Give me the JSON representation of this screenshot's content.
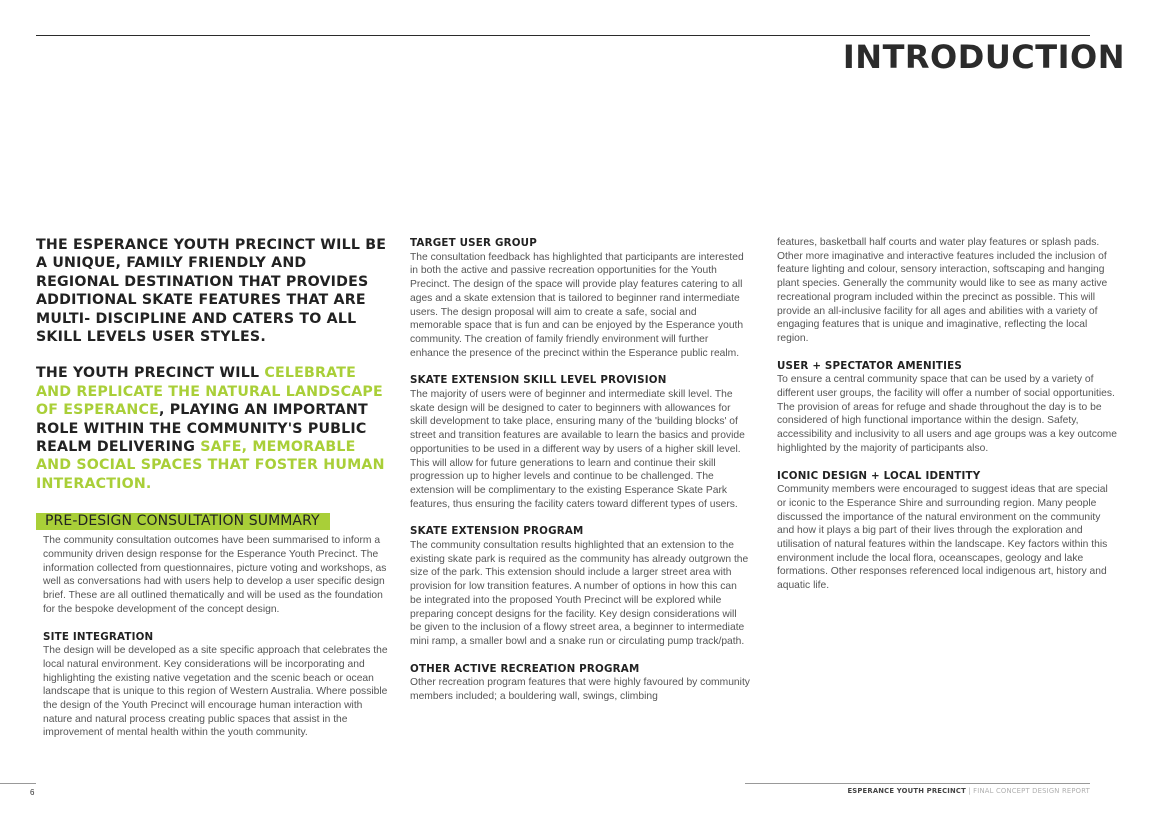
{
  "header": {
    "title": "INTRODUCTION"
  },
  "column1": {
    "lead1": "THE ESPERANCE YOUTH PRECINCT WILL BE A UNIQUE, FAMILY FRIENDLY AND REGIONAL DESTINATION THAT PROVIDES ADDITIONAL SKATE FEATURES THAT ARE MULTI- DISCIPLINE AND CATERS TO ALL SKILL LEVELS USER STYLES.",
    "lead2": {
      "p1": "THE YOUTH PRECINCT WILL ",
      "h1": "CELEBRATE AND REPLICATE THE NATURAL LANDSCAPE OF ESPERANCE",
      "p2": ", PLAYING AN IMPORTANT ROLE WITHIN THE COMMUNITY'S PUBLIC REALM DELIVERING ",
      "h2": "SAFE, MEMORABLE AND SOCIAL SPACES THAT FOSTER HUMAN INTERACTION."
    },
    "banner": "PRE-DESIGN CONSULTATION SUMMARY",
    "intro": "The community consultation outcomes have been summarised to inform a community driven design response for the Esperance Youth Precinct. The information collected from questionnaires, picture voting and workshops, as well as conversations had with users help to develop a user specific design brief.  These are all outlined thematically and will be used as the foundation for the bespoke development of the concept design.",
    "site_heading": "SITE INTEGRATION",
    "site_body": "The design will be developed as a site specific approach that celebrates the local natural environment. Key considerations will be incorporating and highlighting the existing native vegetation and the scenic beach or ocean landscape that is unique to this region of Western Australia. Where possible the design of the Youth Precinct will encourage human interaction with nature and natural process creating public spaces that assist in the improvement of mental health within the youth community."
  },
  "column2": {
    "target_heading": "TARGET USER GROUP",
    "target_body": "The consultation feedback has highlighted that participants are interested in both the active and passive recreation opportunities for the Youth Precinct.  The design of the space will provide play features catering to all ages and a skate extension that is tailored to beginner rand intermediate users. The design proposal will aim to create a safe, social and memorable space that is fun and can be enjoyed by the Esperance youth community.  The creation of family friendly environment will further enhance the presence of the precinct within the Esperance public realm.",
    "skill_heading": "SKATE EXTENSION SKILL LEVEL PROVISION",
    "skill_body": "The majority of users were of beginner and intermediate skill level.  The skate design will be designed to cater to beginners  with allowances for skill development to take place, ensuring many of the 'building blocks' of street and transition features are available to learn the basics and provide opportunities to be used in a different way by users of a higher skill level.  This will allow for future generations to learn and continue their skill progression up to higher levels and continue to be challenged. The extension will be complimentary to the existing Esperance Skate Park features, thus ensuring the facility caters toward different types of users.",
    "program_heading": "SKATE EXTENSION PROGRAM",
    "program_body": "The community consultation results highlighted that an extension to the existing skate park is required as the community has already outgrown the size of the park.  This extension should include a larger street area with provision for low transition features.   A number of options in how this can be integrated into the proposed Youth Precinct will be explored while preparing concept designs for the facility.  Key design considerations will be given to the inclusion of a flowy street area, a beginner to intermediate mini ramp, a smaller bowl and a snake run or circulating pump track/path.",
    "other_heading": "OTHER ACTIVE RECREATION PROGRAM",
    "other_body": "Other recreation program features that were highly favoured by community members included; a bouldering wall, swings, climbing"
  },
  "column3": {
    "continued_body": "features, basketball half courts and water play features or splash pads. Other more imaginative and interactive features included the inclusion of feature lighting and colour, sensory interaction, softscaping and hanging plant species.  Generally the community would like to see as many active recreational program included within the precinct as possible.  This will provide an all-inclusive facility for all ages and abilities with a variety of engaging features that is unique and imaginative, reflecting the local region.",
    "amenities_heading": "USER + SPECTATOR AMENITIES",
    "amenities_body": "To ensure a central community space that can be used by a variety of different user groups, the facility will offer a number of social opportunities. The provision of areas for refuge and shade throughout the day is to be considered of high functional importance within the design. Safety, accessibility and inclusivity to all users and age groups was a key outcome highlighted by the majority of participants also.",
    "iconic_heading": "ICONIC DESIGN + LOCAL IDENTITY",
    "iconic_body": "Community members were encouraged to suggest ideas that are special or iconic to the Esperance Shire and surrounding region. Many people discussed the importance of the natural environment on the community and how it plays a big part of their lives through the exploration and utilisation of natural features within the landscape.  Key factors within this environment include the local flora, oceanscapes, geology and lake formations. Other responses referenced local indigenous art, history and aquatic life."
  },
  "footer": {
    "page_number": "6",
    "project": "ESPERANCE YOUTH PRECINCT",
    "separator": " | ",
    "report": "FINAL CONCEPT DESIGN REPORT"
  },
  "colors": {
    "accent": "#a9cf38",
    "text": "#2b2b2b",
    "body": "#555555"
  }
}
